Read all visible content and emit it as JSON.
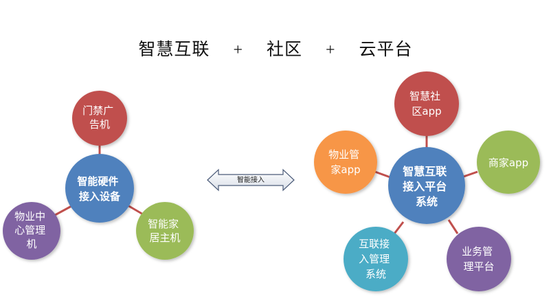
{
  "title": {
    "part1": "智慧互联",
    "plus1": "+",
    "part2": "社区",
    "plus2": "+",
    "part3": "云平台"
  },
  "arrow": {
    "label": "智能接入"
  },
  "colors": {
    "red": "#c0504d",
    "blue": "#4f81bd",
    "purple": "#8064a2",
    "green": "#9bbb59",
    "orange": "#f79646",
    "teal": "#4bacc6",
    "connector": "#c0504d"
  },
  "left_cluster": {
    "center": {
      "lines": [
        "智能硬件",
        "接入设备"
      ]
    },
    "top": {
      "lines": [
        "门禁广",
        "告机"
      ]
    },
    "left": {
      "lines": [
        "物业中",
        "心管理",
        "机"
      ]
    },
    "right": {
      "lines": [
        "智能家",
        "居主机"
      ]
    }
  },
  "right_cluster": {
    "center": {
      "lines": [
        "智慧互联",
        "接入平台",
        "系统"
      ]
    },
    "top": {
      "lines": [
        "智慧社",
        "区app"
      ]
    },
    "left": {
      "lines": [
        "物业管",
        "家app"
      ]
    },
    "right": {
      "lines": [
        "商家app"
      ]
    },
    "bottom_left": {
      "lines": [
        "互联接",
        "入管理",
        "系统"
      ]
    },
    "bottom_right": {
      "lines": [
        "业务管",
        "理平台"
      ]
    }
  }
}
